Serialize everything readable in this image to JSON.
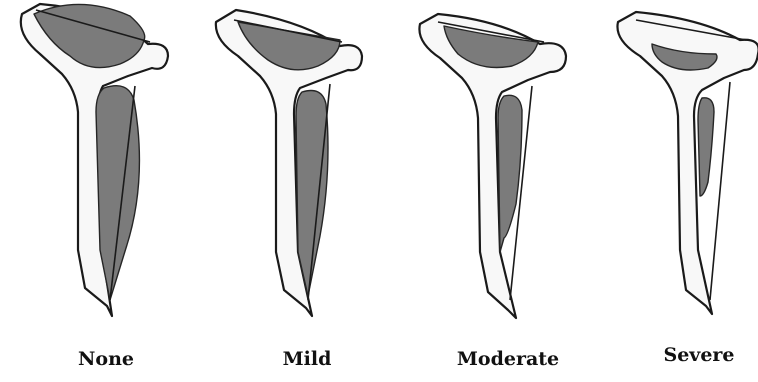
{
  "labels": [
    "None",
    "Mild",
    "Moderate",
    "Severe"
  ],
  "colors": {
    "muscle": "#7b7b7b",
    "bone": "#f8f8f8",
    "outline": "#1a1a1a"
  }
}
